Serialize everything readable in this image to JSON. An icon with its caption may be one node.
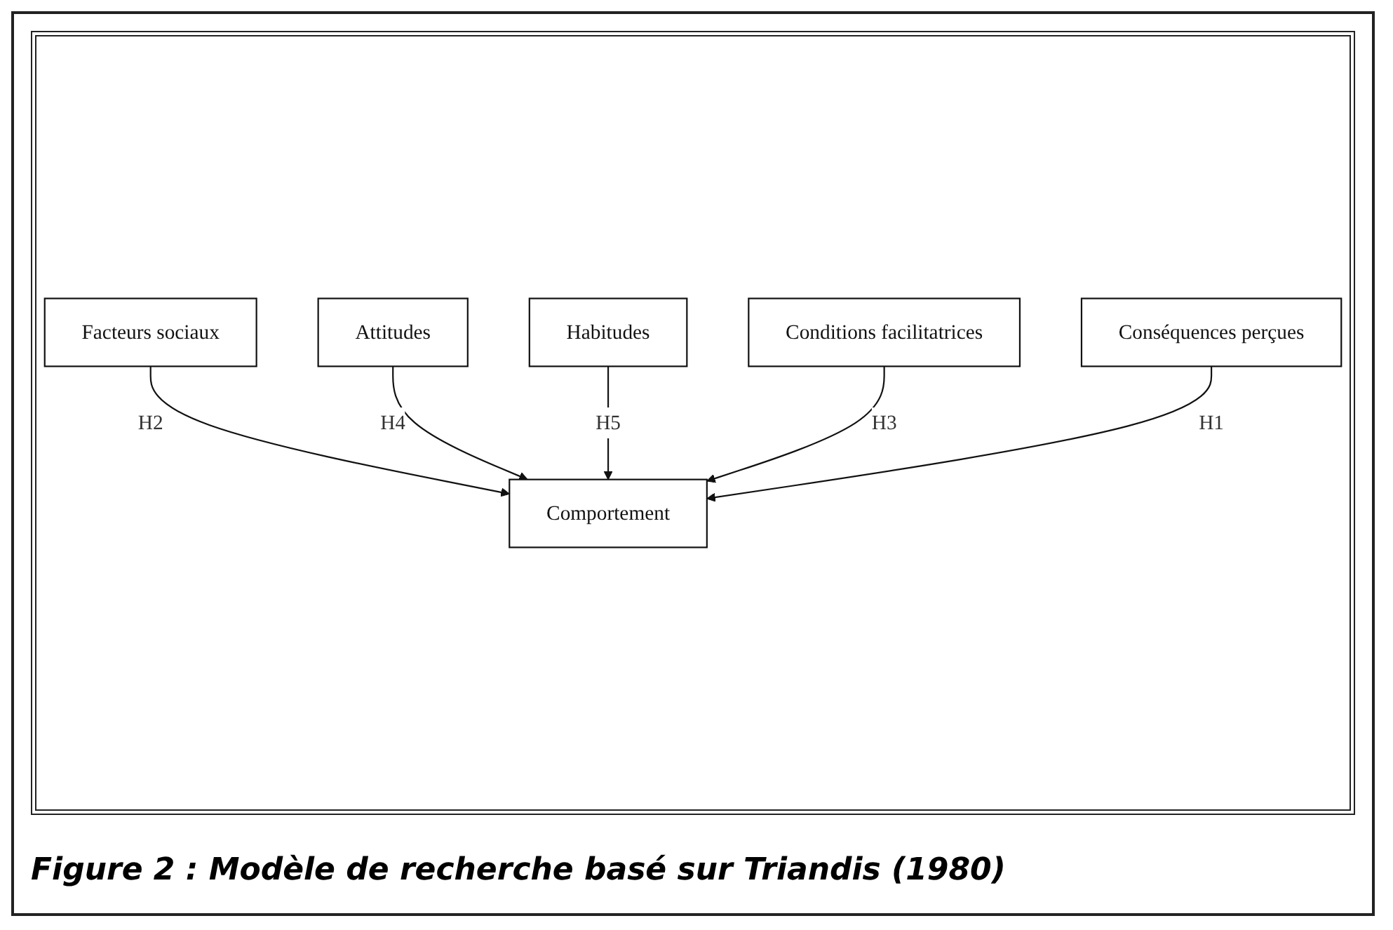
{
  "diagram": {
    "caption": "Figure 2 : Modèle de recherche basé sur Triandis (1980)",
    "nodes": [
      {
        "text": [
          "Facteurs sociaux"
        ]
      },
      {
        "text": [
          "Attitudes"
        ]
      },
      {
        "text": [
          "Habitudes"
        ]
      },
      {
        "text": [
          "Comportement"
        ]
      },
      {
        "text": [
          "Conditions facilitatrices"
        ]
      },
      {
        "text": [
          "Conséquences perçues"
        ]
      }
    ],
    "edges": [
      {
        "from": 0,
        "to": 3,
        "label": "H2",
        "arrow": "to"
      },
      {
        "from": 1,
        "to": 3,
        "label": "H4",
        "arrow": "to"
      },
      {
        "from": 2,
        "to": 3,
        "label": "H5",
        "arrow": "to"
      },
      {
        "from": 4,
        "to": 3,
        "label": "H3",
        "arrow": "to"
      },
      {
        "from": 5,
        "to": 3,
        "label": "H1",
        "arrow": "to"
      }
    ]
  }
}
